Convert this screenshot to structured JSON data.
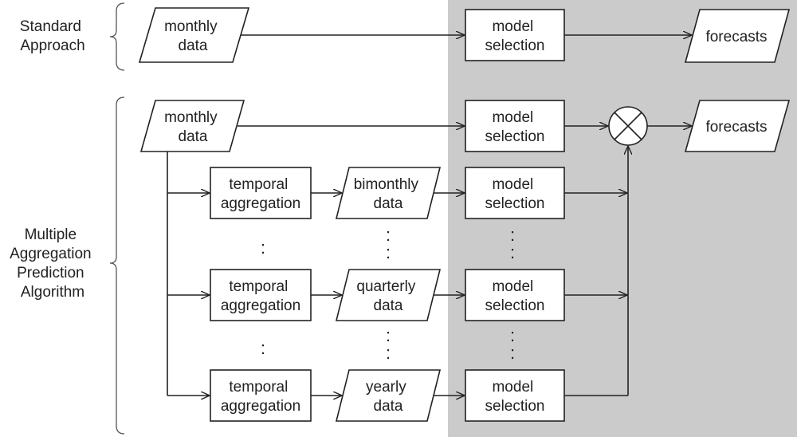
{
  "colors": {
    "shaded_region": "#cbcbcb",
    "stroke": "#222222",
    "background": "#ffffff"
  },
  "groups": {
    "standard": [
      "Standard",
      "Approach"
    ],
    "mapa": [
      "Multiple",
      "Aggregation",
      "Prediction",
      "Algorithm"
    ]
  },
  "standard_row": {
    "input": [
      "monthly",
      "data"
    ],
    "model": [
      "model",
      "selection"
    ],
    "output": [
      "forecasts"
    ]
  },
  "mapa_rows": {
    "input": [
      "monthly",
      "data"
    ],
    "model": [
      "model",
      "selection"
    ],
    "output": [
      "forecasts"
    ],
    "combine_icon": "circled-x-icon",
    "levels": [
      {
        "aggregation": [
          "temporal",
          "aggregation"
        ],
        "data": [
          "bimonthly",
          "data"
        ],
        "model": [
          "model",
          "selection"
        ]
      },
      {
        "aggregation": [
          "temporal",
          "aggregation"
        ],
        "data": [
          "quarterly",
          "data"
        ],
        "model": [
          "model",
          "selection"
        ]
      },
      {
        "aggregation": [
          "temporal",
          "aggregation"
        ],
        "data": [
          "yearly",
          "data"
        ],
        "model": [
          "model",
          "selection"
        ]
      }
    ]
  },
  "ellipsis": ":"
}
